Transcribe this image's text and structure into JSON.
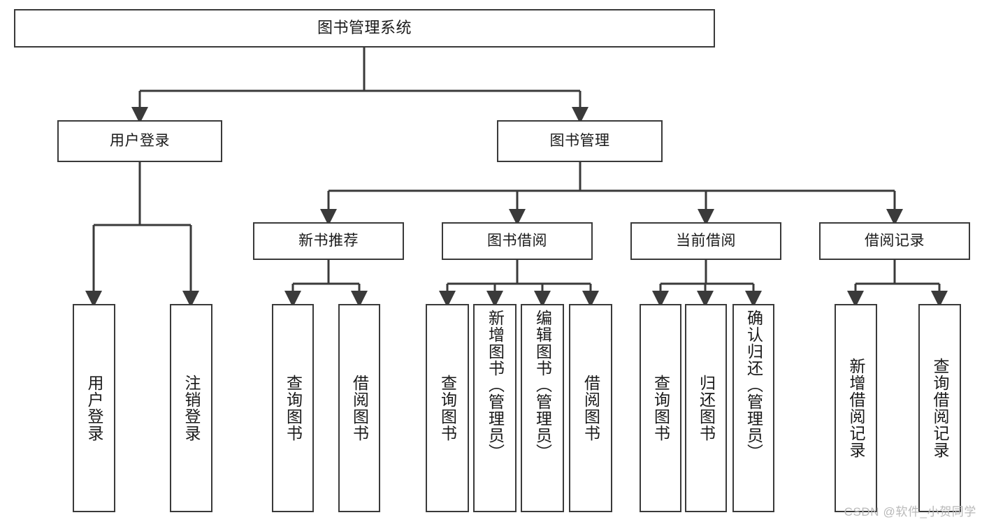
{
  "diagram": {
    "type": "tree-hierarchy-flowchart",
    "root": {
      "label": "图书管理系统"
    },
    "level1": [
      {
        "label": "用户登录"
      },
      {
        "label": "图书管理"
      }
    ],
    "level2": [
      {
        "label": "新书推荐"
      },
      {
        "label": "图书借阅"
      },
      {
        "label": "当前借阅"
      },
      {
        "label": "借阅记录"
      }
    ],
    "leaves_user_login": [
      {
        "label": "用户登录"
      },
      {
        "label": "注销登录"
      }
    ],
    "leaves_new_book": [
      {
        "label": "查询图书"
      },
      {
        "label": "借阅图书"
      }
    ],
    "leaves_borrow": [
      {
        "label": "查询图书"
      },
      {
        "label": "新增图书（管理员）"
      },
      {
        "label": "编辑图书（管理员）"
      },
      {
        "label": "借阅图书"
      }
    ],
    "leaves_current": [
      {
        "label": "查询图书"
      },
      {
        "label": "归还图书"
      },
      {
        "label": "确认归还（管理员）"
      }
    ],
    "leaves_record": [
      {
        "label": "新增借阅记录"
      },
      {
        "label": "查询借阅记录"
      }
    ]
  },
  "watermark": {
    "text": "CSDN @软件_小贺同学"
  },
  "colors": {
    "stroke": "#3a3a3a",
    "fill": "#ffffff",
    "text": "#1a1a1a",
    "watermark": "#b9b9b9"
  }
}
